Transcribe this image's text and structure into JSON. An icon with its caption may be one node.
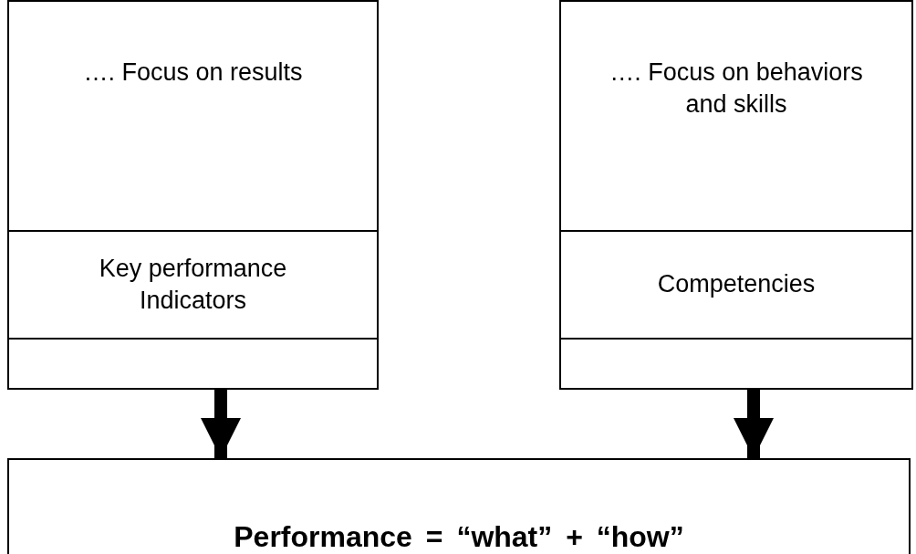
{
  "diagram": {
    "nodes": [
      {
        "text": [
          "…. Focus on results"
        ]
      },
      {
        "text": [
          "Key performance Indicators"
        ]
      },
      {
        "text": [],
        "shape": "box"
      },
      {
        "text": [
          "…. Focus on behaviors and skills"
        ]
      },
      {
        "text": [
          "Competencies"
        ]
      },
      {
        "text": [],
        "shape": "box"
      },
      {
        "text": [
          "Performance = “what” + “how”"
        ]
      }
    ],
    "edges": [
      {
        "from": 2,
        "to": 6,
        "arrow": "to"
      },
      {
        "from": 5,
        "to": 6,
        "arrow": "to"
      }
    ]
  }
}
